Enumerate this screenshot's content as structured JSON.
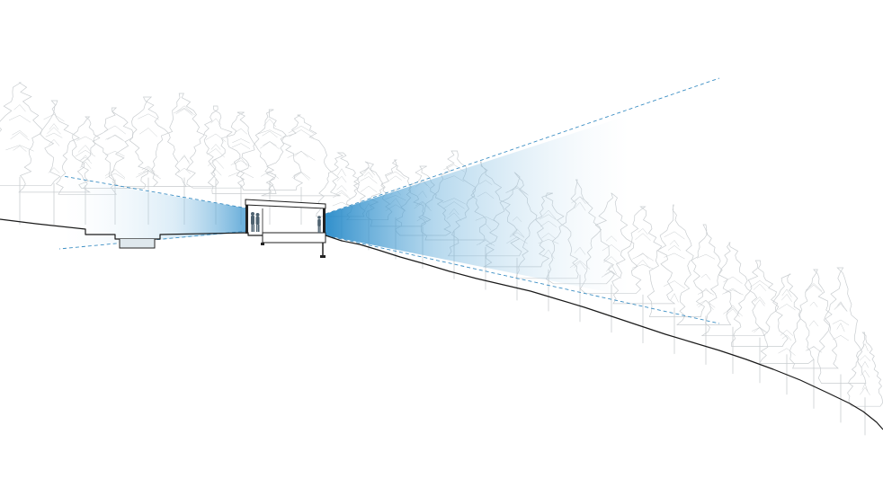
{
  "diagram": {
    "kind": "architectural-site-section",
    "elements": [
      "treeline",
      "ground-slope",
      "pavilion",
      "viewing-figures",
      "sightline-cones",
      "sunken-pool"
    ],
    "colors": {
      "sightline": "#3d8fc4",
      "cone_gradient": "#1f86c7",
      "tree_outline": "#c9cdd0",
      "ground_line": "#1a1a1a",
      "pool_fill": "#e6eef2"
    }
  }
}
